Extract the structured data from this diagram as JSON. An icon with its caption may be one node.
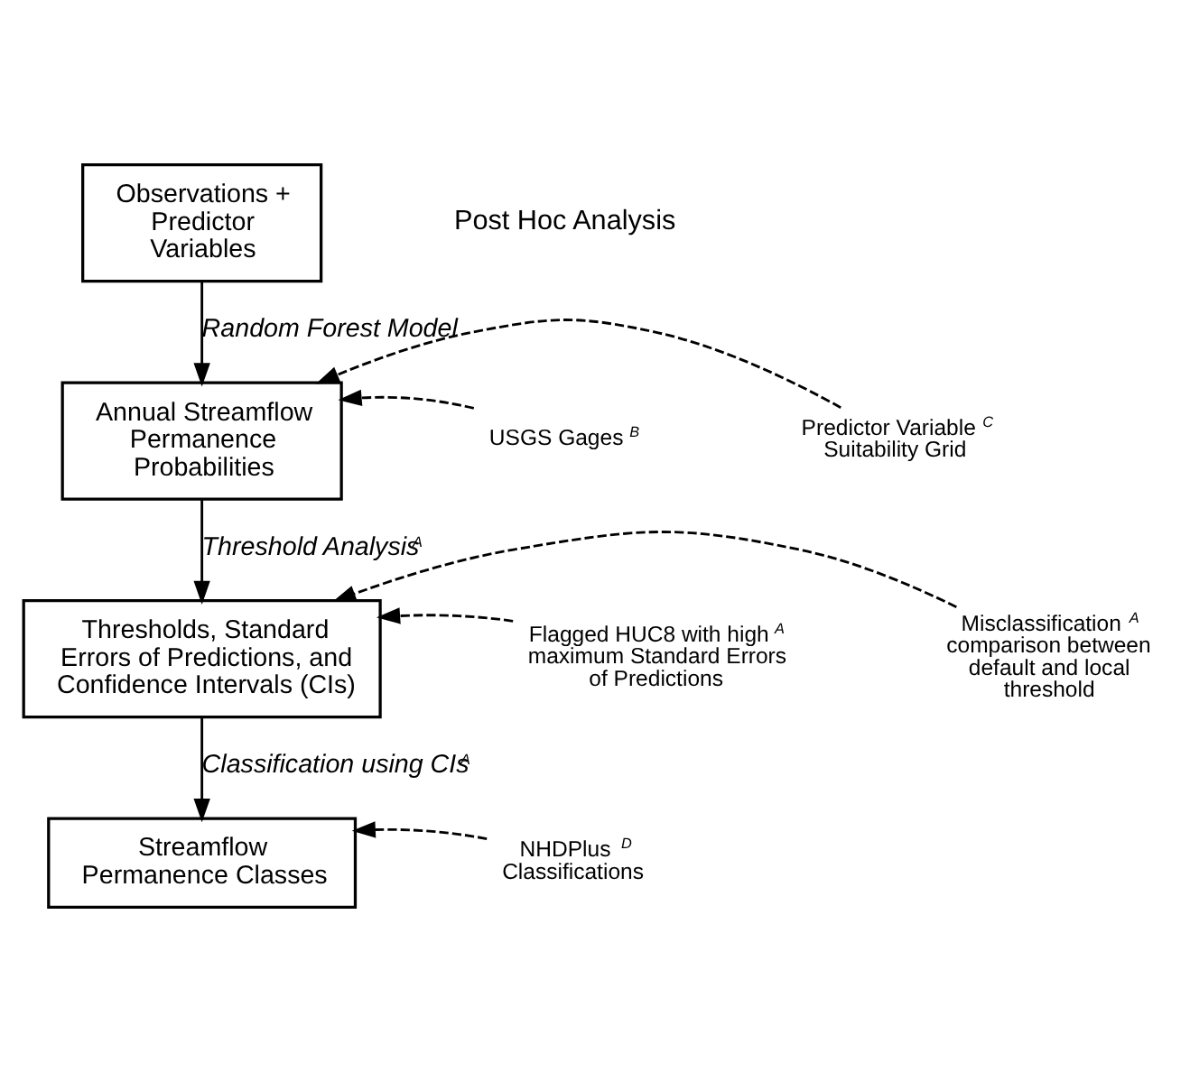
{
  "diagram": {
    "nodes": [
      {
        "text": [
          "Observations + Predictor Variables"
        ]
      },
      {
        "text": [
          "Annual Streamflow Permanence Probabilities"
        ]
      },
      {
        "text": [
          "Thresholds, Standard Errors of Predictions, and Confidence Intervals (CIs)"
        ]
      },
      {
        "text": [
          "Streamflow Permanence Classes"
        ]
      },
      {
        "text": [
          "USGS Gages $^{B}$"
        ]
      },
      {
        "text": [
          "Predictor Variable $^{C}$ Suitability Grid"
        ]
      },
      {
        "text": [
          "Flagged HUC8 with high$^{A}$ maximum Standard Errors of Predictions"
        ]
      },
      {
        "text": [
          "Misclassification $^{A}$ comparison between default and local threshold"
        ]
      },
      {
        "text": [
          "NHDPlus $^{D}$ Classifications"
        ]
      }
    ],
    "edges": [
      {
        "from": 0,
        "to": 1,
        "arrow": "to",
        "label": "Random Forest Model"
      },
      {
        "from": 1,
        "to": 2,
        "arrow": "to",
        "label": "Threshold Analysis$^{A}$"
      },
      {
        "from": 2,
        "to": 3,
        "arrow": "to",
        "label": "Classification using CIs$^{A}$"
      },
      {
        "from": 4,
        "to": 1,
        "arrow": "to",
        "style": "dashed"
      },
      {
        "from": 5,
        "to": 1,
        "arrow": "to",
        "style": "dashed"
      },
      {
        "from": 6,
        "to": 2,
        "arrow": "to",
        "style": "dashed"
      },
      {
        "from": 7,
        "to": 2,
        "arrow": "to",
        "style": "dashed"
      },
      {
        "from": 8,
        "to": 3,
        "arrow": "to",
        "style": "dashed"
      }
    ],
    "labels": [
      "Post Hoc Analysis"
    ]
  }
}
